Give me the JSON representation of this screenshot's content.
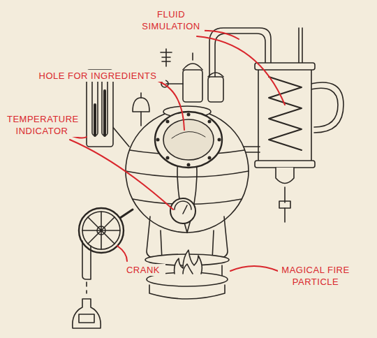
{
  "diagram": {
    "labels": [
      "FLUID SIMULATION",
      "HOLE FOR INGREDIENTS",
      "TEMPERATURE INDICATOR",
      "CRANK",
      "MAGICAL FIRE PARTICLE"
    ]
  }
}
